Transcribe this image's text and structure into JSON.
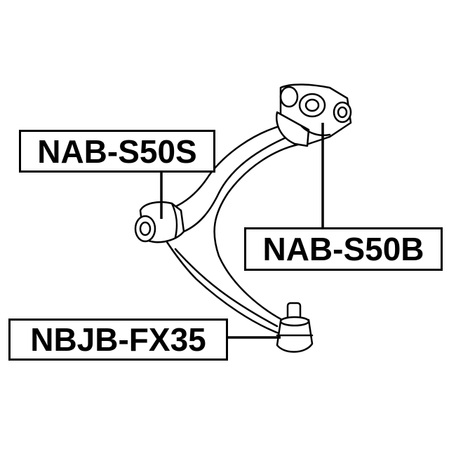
{
  "labels": {
    "bushing_front": "NAB-S50S",
    "bushing_rear": "NAB-S50B",
    "ball_joint": "NBJB-FX35"
  }
}
